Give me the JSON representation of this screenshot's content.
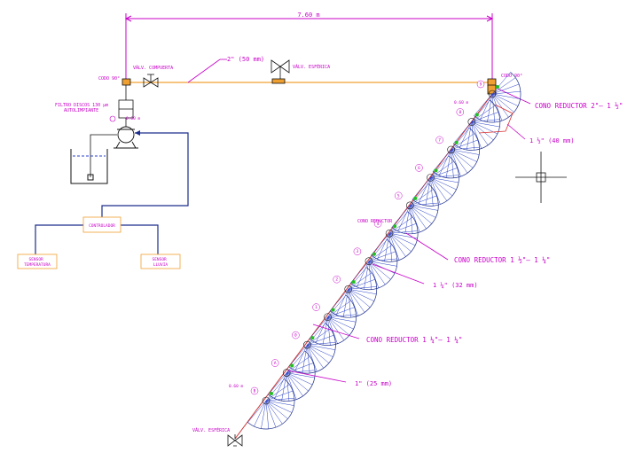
{
  "colors": {
    "magenta": "#c800c8",
    "orange": "#f0a030",
    "navy": "#1c2d8c",
    "blue": "#2840c8",
    "red": "#d83030",
    "green": "#20c020",
    "black": "#111111",
    "grid": "#888888"
  },
  "labels": {
    "dim_total": "7.60 m",
    "pipe_2in": "2\" (50 mm)",
    "valv_compuerta": "VÁLV. COMPUERTA",
    "valv_esferica_top": "VÁLV. ESFÉRICA",
    "codo_left": "CODO 90°",
    "codo_right": "CODO 90°",
    "filtro": "FILTRO DISCOS 130 µm\nAUTOLIMPIANTE",
    "cono_reductor_top": "CONO REDUCTOR 2\"– 1 ½\"",
    "pipe_1half": "1 ½\" (40 mm)",
    "cono_reductor_label": "CONO REDUCTOR",
    "cono_reductor_mid": "CONO REDUCTOR 1 ½\"– 1 ¼\"",
    "pipe_1quarter": "1 ¼\" (32 mm)",
    "cono_reductor_low": "CONO REDUCTOR 1 ¼\"– 1 ¼\"",
    "pipe_1in": "1\" (25 mm)",
    "valv_esferica_bottom": "VÁLV. ESFÉRICA",
    "controlador": "CONTROLADOR",
    "sensor_temp": "SENSOR\nTEMPERATURA",
    "sensor_lluvia": "SENSOR\nLLUVIA",
    "dist_top": "0.60 m",
    "dist_pump": "0.60 m",
    "dist_bottom": "0.60 m"
  },
  "circle_numbers": [
    "9",
    "8",
    "7",
    "6",
    "5",
    "4",
    "3",
    "2",
    "1",
    "0",
    "A",
    "B"
  ]
}
